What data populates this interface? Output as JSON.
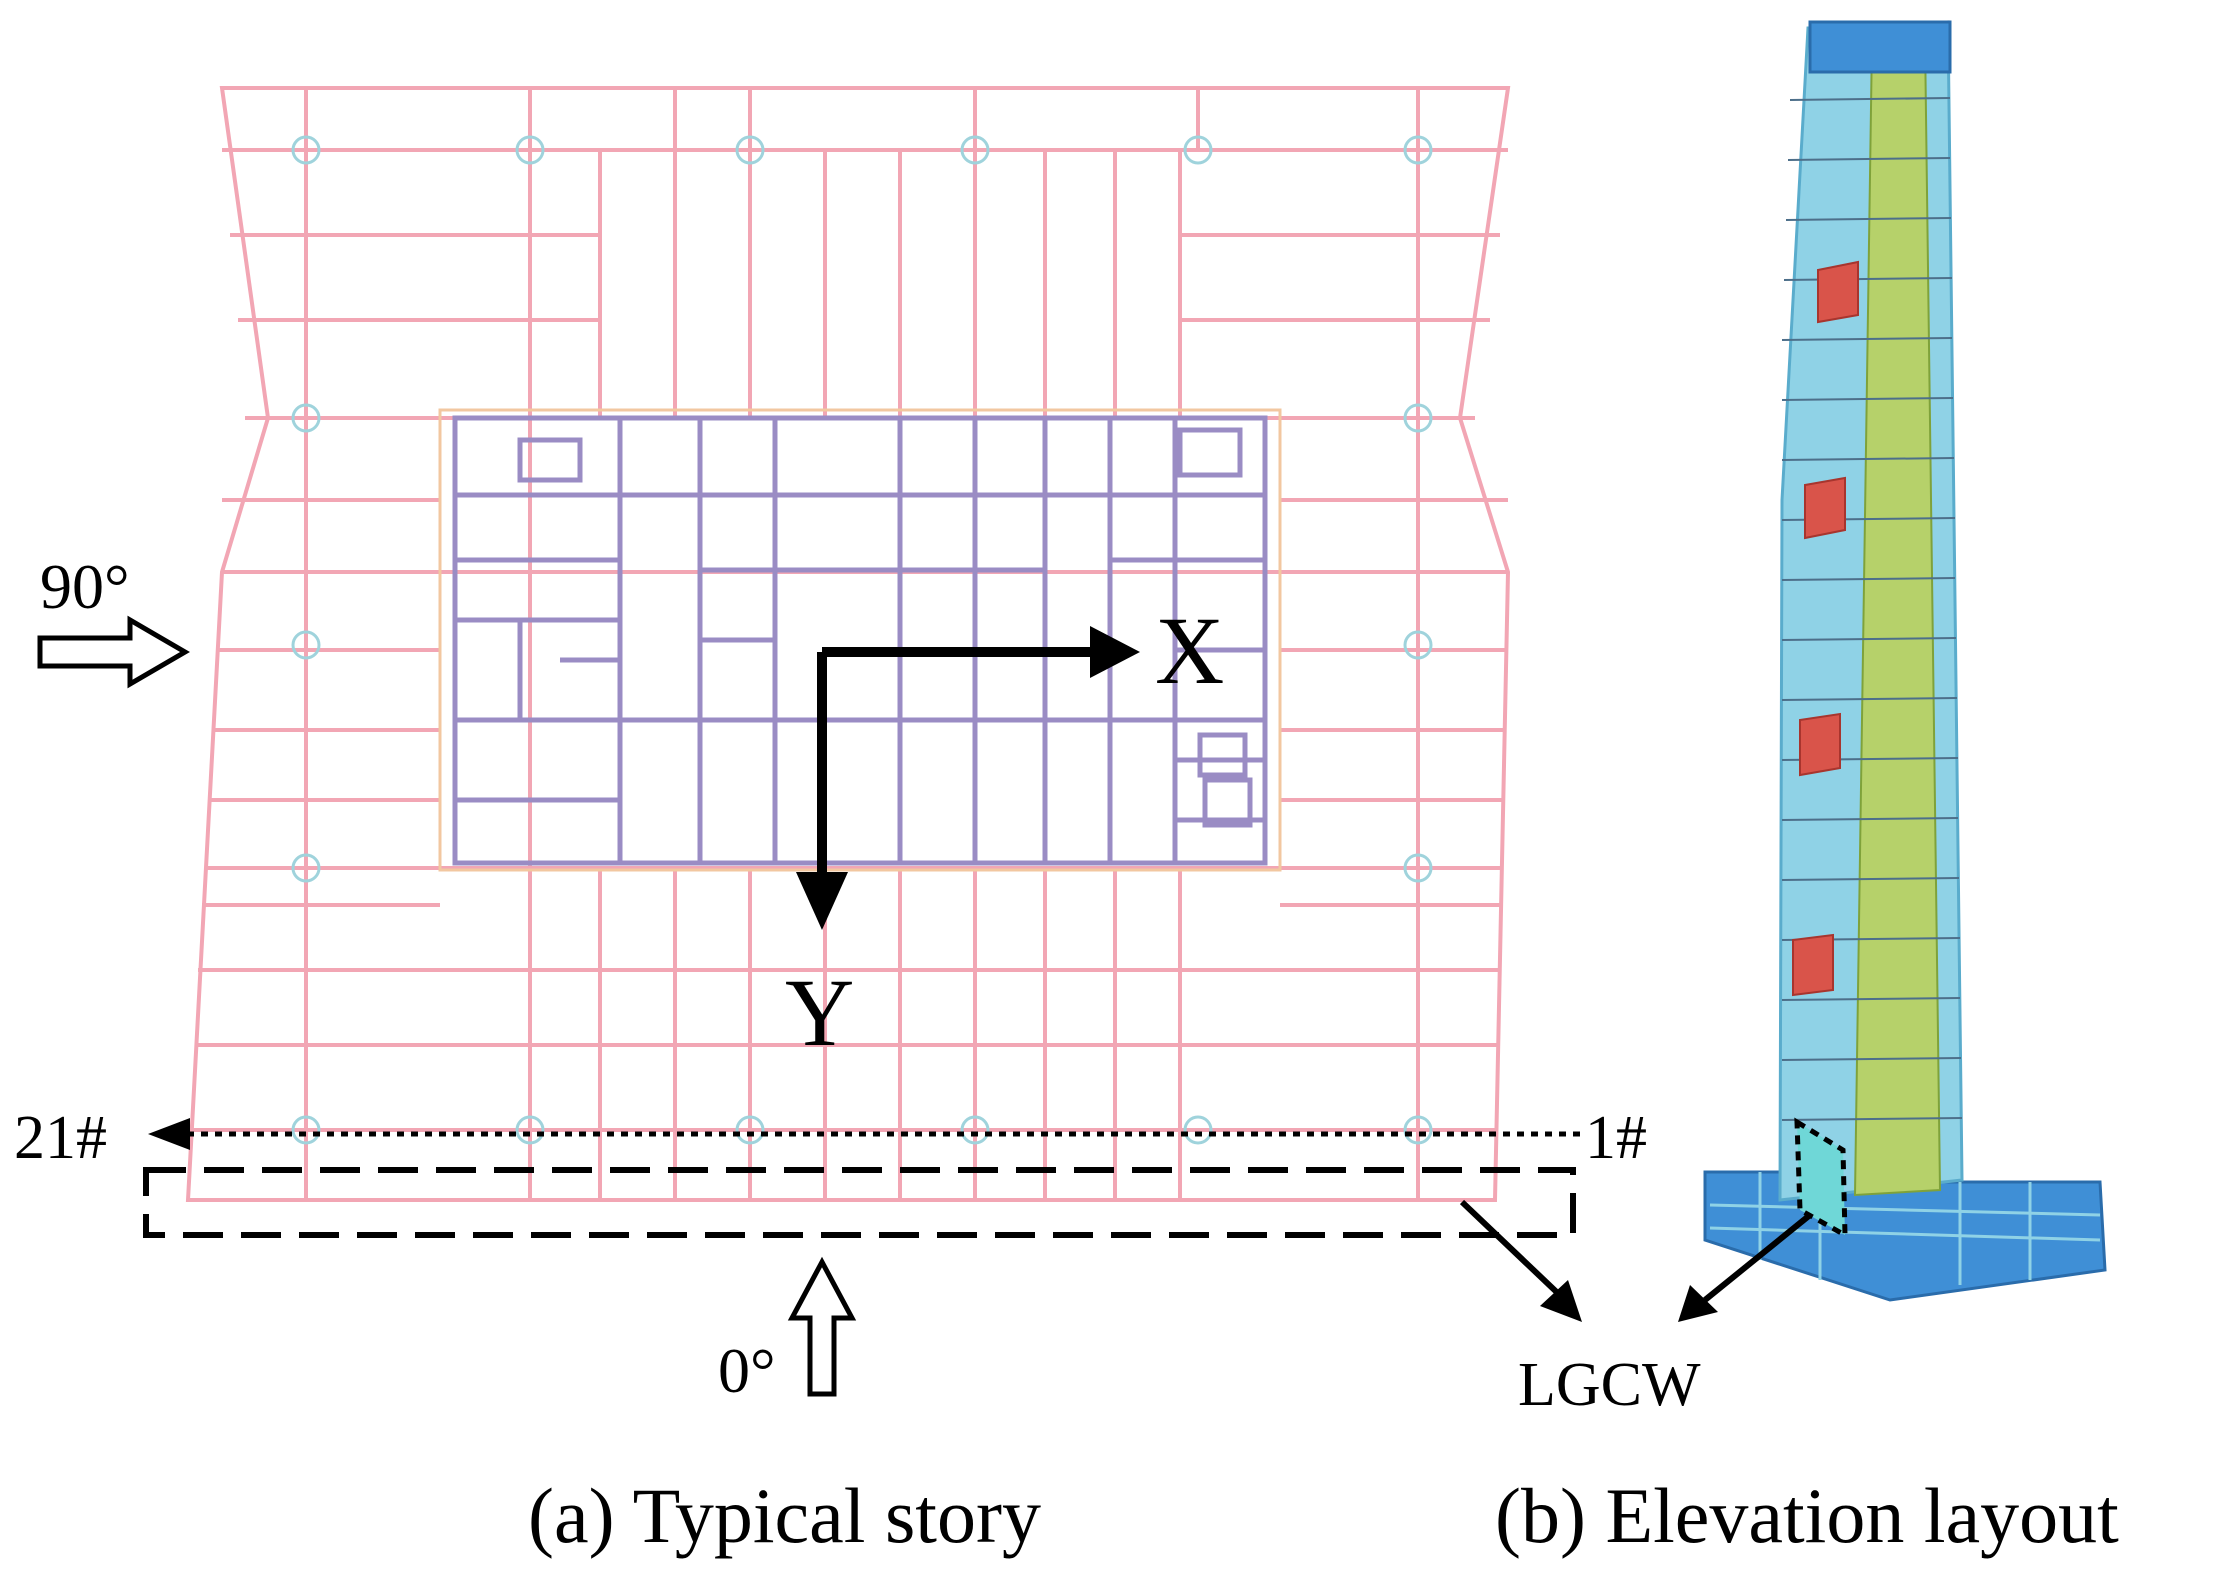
{
  "labels": {
    "wind_90": "90°",
    "wind_0": "0°",
    "axis_x": "X",
    "axis_y": "Y",
    "point_start": "21#",
    "point_end": "1#",
    "lgcw": "LGCW"
  },
  "captions": {
    "a": "(a) Typical story",
    "b": "(b) Elevation layout"
  },
  "colors": {
    "frame_line": "#f2a6b4",
    "core_wall": "#9a8cc4",
    "column_marker": "#9fd3dc",
    "tower_blue": "#8fd2e6",
    "tower_core_green": "#b6d16a",
    "truss_red": "#d9544a",
    "podium_blue": "#3f8fd6",
    "ink": "#000000"
  }
}
